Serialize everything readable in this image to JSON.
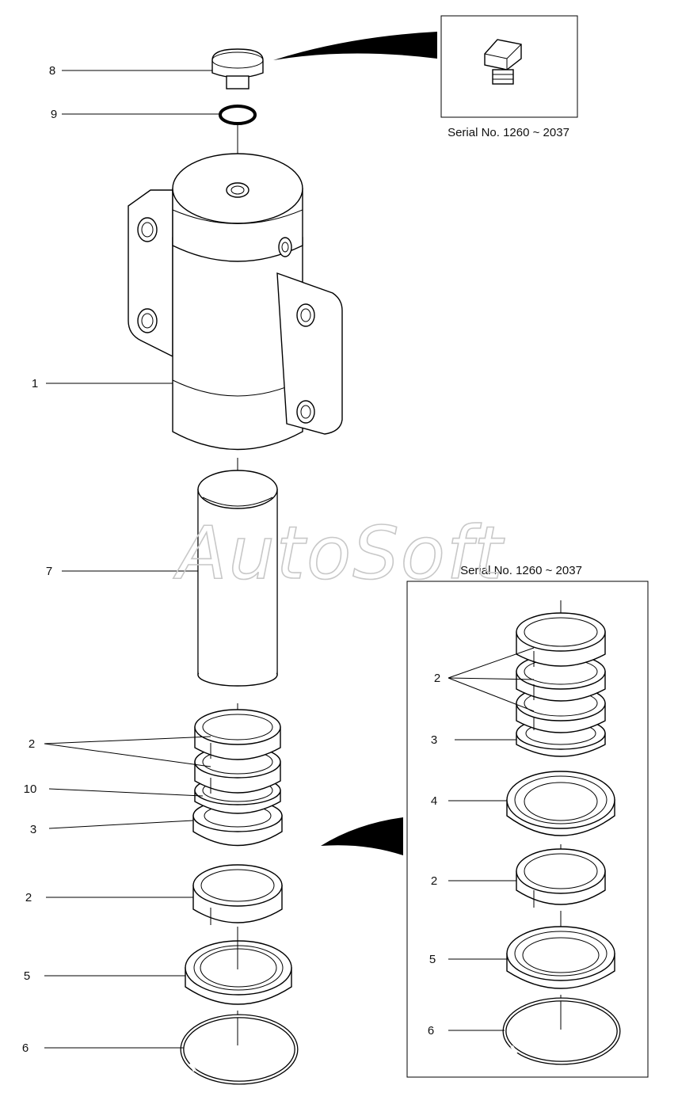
{
  "watermark": "AutoSoft",
  "inset_top": {
    "caption": "Serial No. 1260 ~ 2037"
  },
  "inset_bottom": {
    "caption": "Serial No. 1260 ~ 2037",
    "labels": [
      "2",
      "3",
      "4",
      "2",
      "5",
      "6"
    ]
  },
  "main_labels": [
    "8",
    "9",
    "1",
    "7",
    "2",
    "10",
    "3",
    "2",
    "5",
    "6"
  ],
  "colors": {
    "line": "#000000",
    "background": "#ffffff",
    "watermark": "#c8c8c8"
  }
}
